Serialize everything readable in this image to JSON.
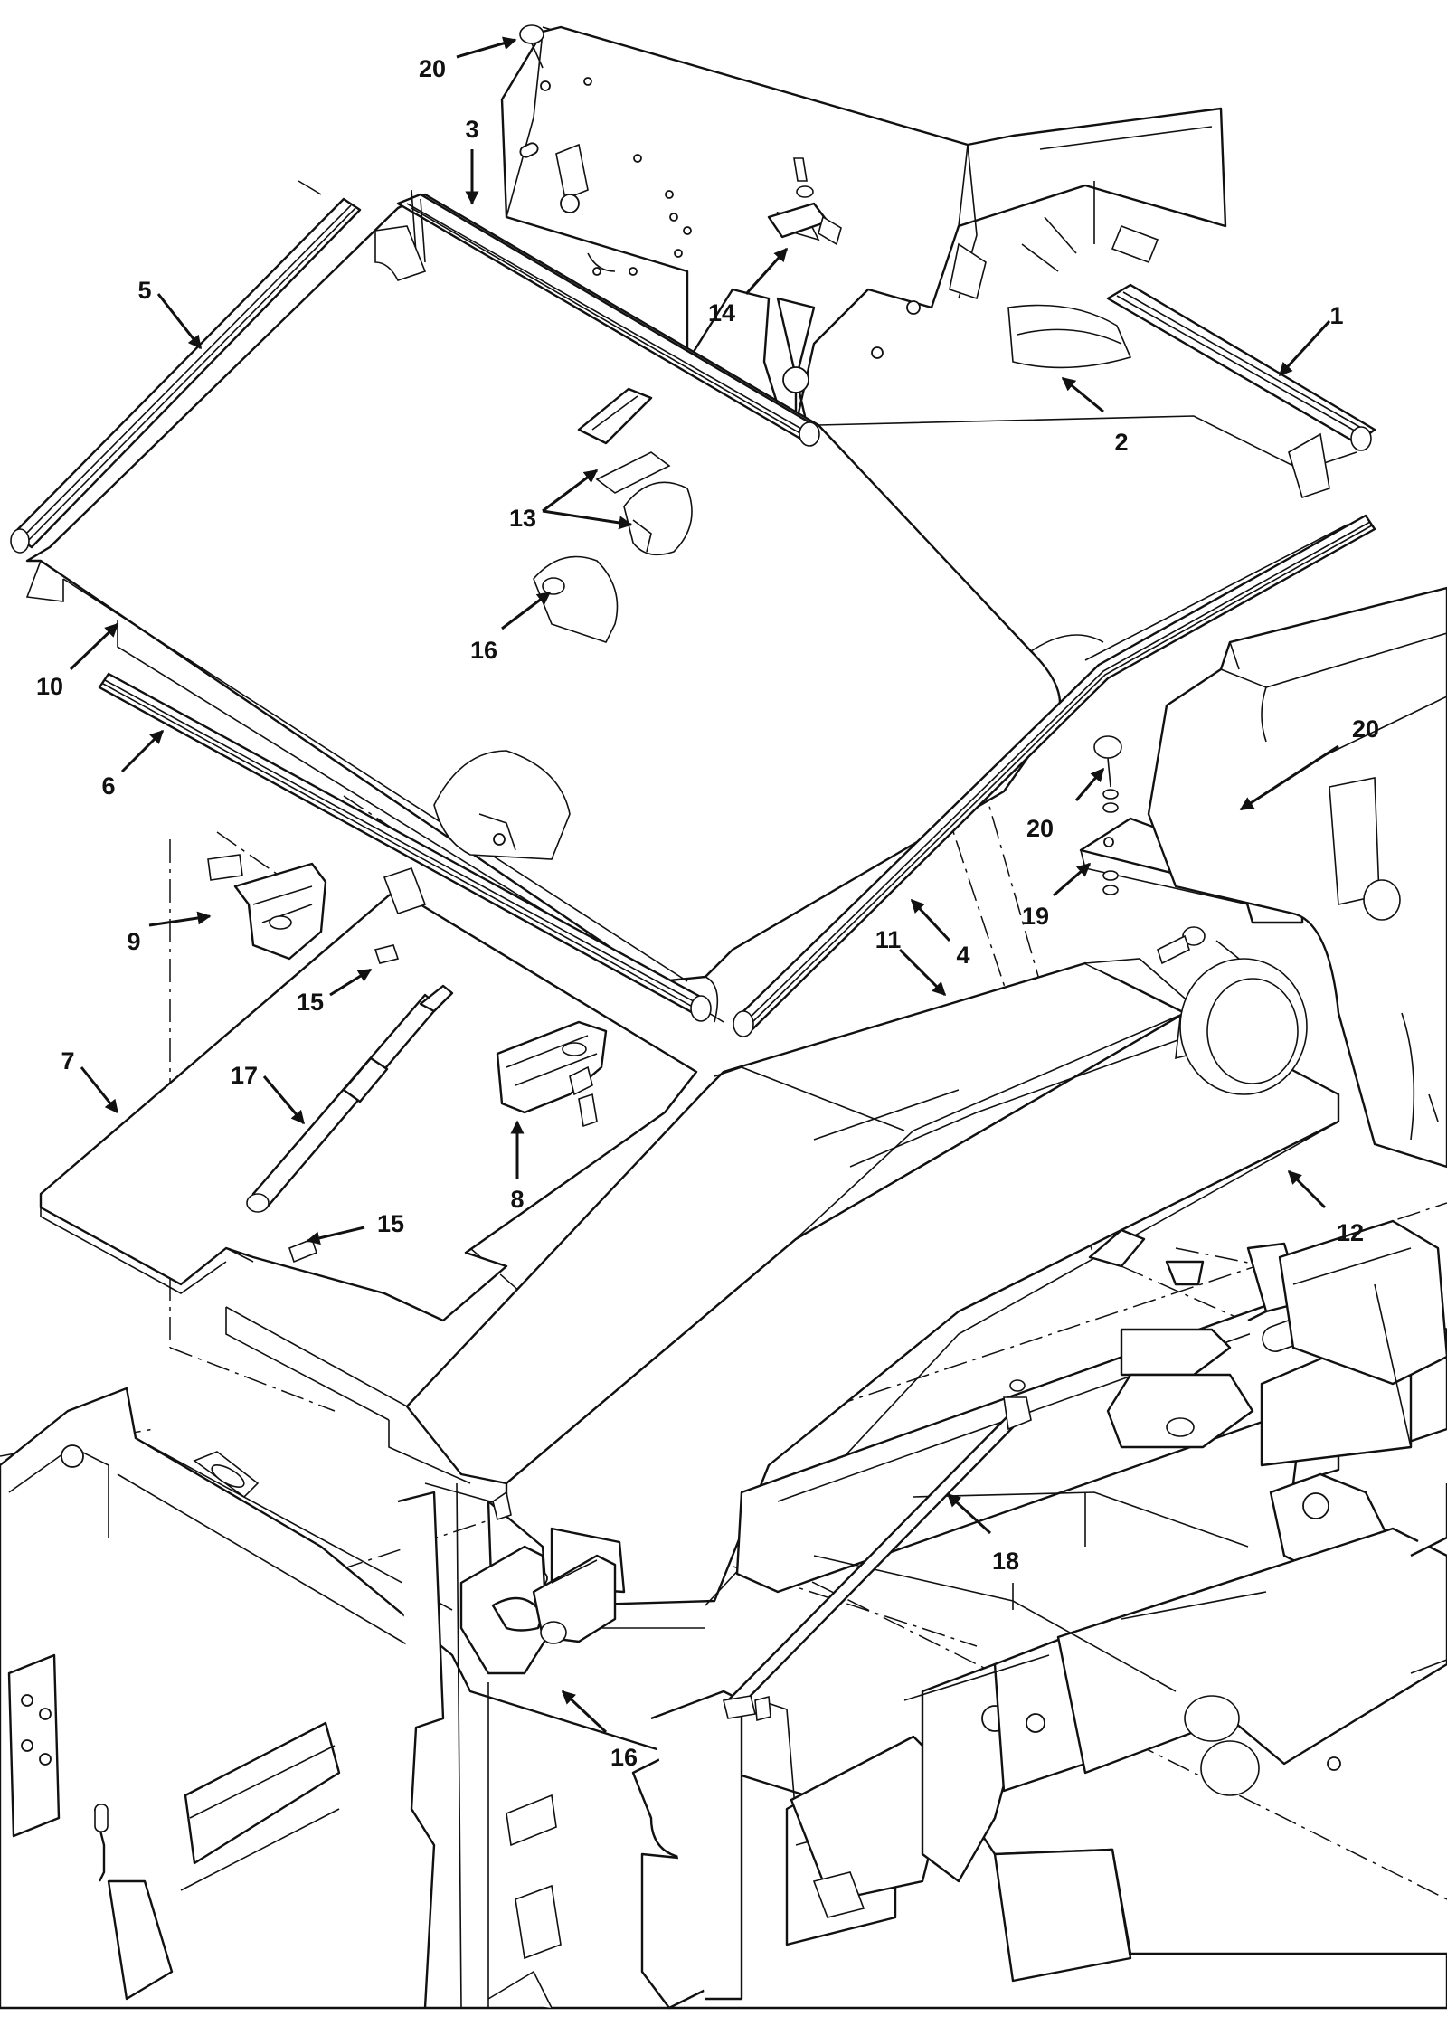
{
  "diagram": {
    "callouts": [
      {
        "id": "c1",
        "label": "1"
      },
      {
        "id": "c2",
        "label": "2"
      },
      {
        "id": "c3",
        "label": "3"
      },
      {
        "id": "c4",
        "label": "4"
      },
      {
        "id": "c5",
        "label": "5"
      },
      {
        "id": "c6",
        "label": "6"
      },
      {
        "id": "c7",
        "label": "7"
      },
      {
        "id": "c8",
        "label": "8"
      },
      {
        "id": "c9",
        "label": "9"
      },
      {
        "id": "c10",
        "label": "10"
      },
      {
        "id": "c11",
        "label": "11"
      },
      {
        "id": "c12",
        "label": "12"
      },
      {
        "id": "c13",
        "label": "13"
      },
      {
        "id": "c14",
        "label": "14"
      },
      {
        "id": "c15a",
        "label": "15"
      },
      {
        "id": "c15b",
        "label": "15"
      },
      {
        "id": "c16a",
        "label": "16"
      },
      {
        "id": "c16b",
        "label": "16"
      },
      {
        "id": "c17",
        "label": "17"
      },
      {
        "id": "c18",
        "label": "18"
      },
      {
        "id": "c19",
        "label": "19"
      },
      {
        "id": "c20a",
        "label": "20"
      },
      {
        "id": "c20b",
        "label": "20"
      },
      {
        "id": "c20c",
        "label": "20"
      }
    ]
  }
}
